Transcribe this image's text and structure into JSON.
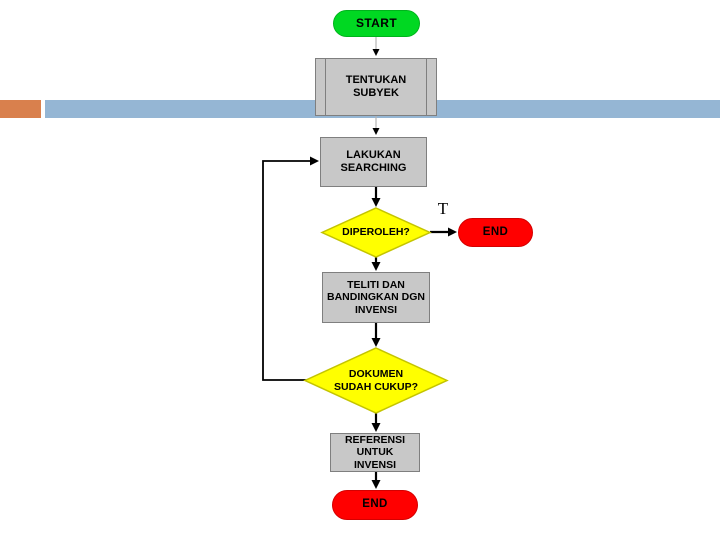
{
  "slide": {
    "description": "Flowchart slide for patent prior-art searching",
    "background_color": "#ffffff"
  },
  "decor": {
    "orange_accent_color": "#d9804d",
    "blue_band_color": "#95b6d4"
  },
  "flowchart": {
    "nodes": {
      "start": {
        "label": "START",
        "type": "terminator",
        "fill": "#00d822"
      },
      "tentukan": {
        "label": "TENTUKAN\nSUBYEK",
        "type": "predefined-process",
        "fill": "#c8c8c8"
      },
      "lakukan": {
        "label": "LAKUKAN\nSEARCHING",
        "type": "process",
        "fill": "#c8c8c8"
      },
      "diperoleh": {
        "label": "DIPEROLEH?",
        "type": "decision",
        "fill": "#ffff00"
      },
      "end_right": {
        "label": "END",
        "type": "terminator",
        "fill": "#ff0000"
      },
      "teliti": {
        "label": "TELITI DAN\nBANDINGKAN DGN\nINVENSI",
        "type": "process",
        "fill": "#c8c8c8"
      },
      "dokumen": {
        "label": "DOKUMEN\nSUDAH CUKUP?",
        "type": "decision",
        "fill": "#ffff00"
      },
      "referensi": {
        "label": "REFERENSI\nUNTUK\nINVENSI",
        "type": "process",
        "fill": "#c8c8c8"
      },
      "end_bottom": {
        "label": "END",
        "type": "terminator",
        "fill": "#ff0000"
      }
    },
    "edge_labels": {
      "diperoleh_true": "T"
    },
    "edges": [
      "start -> tentukan",
      "tentukan -> lakukan",
      "lakukan -> diperoleh",
      "diperoleh -T-> end_right",
      "diperoleh -> teliti",
      "teliti -> dokumen",
      "dokumen -> referensi",
      "dokumen -> lakukan (loop back)",
      "referensi -> end_bottom"
    ]
  }
}
